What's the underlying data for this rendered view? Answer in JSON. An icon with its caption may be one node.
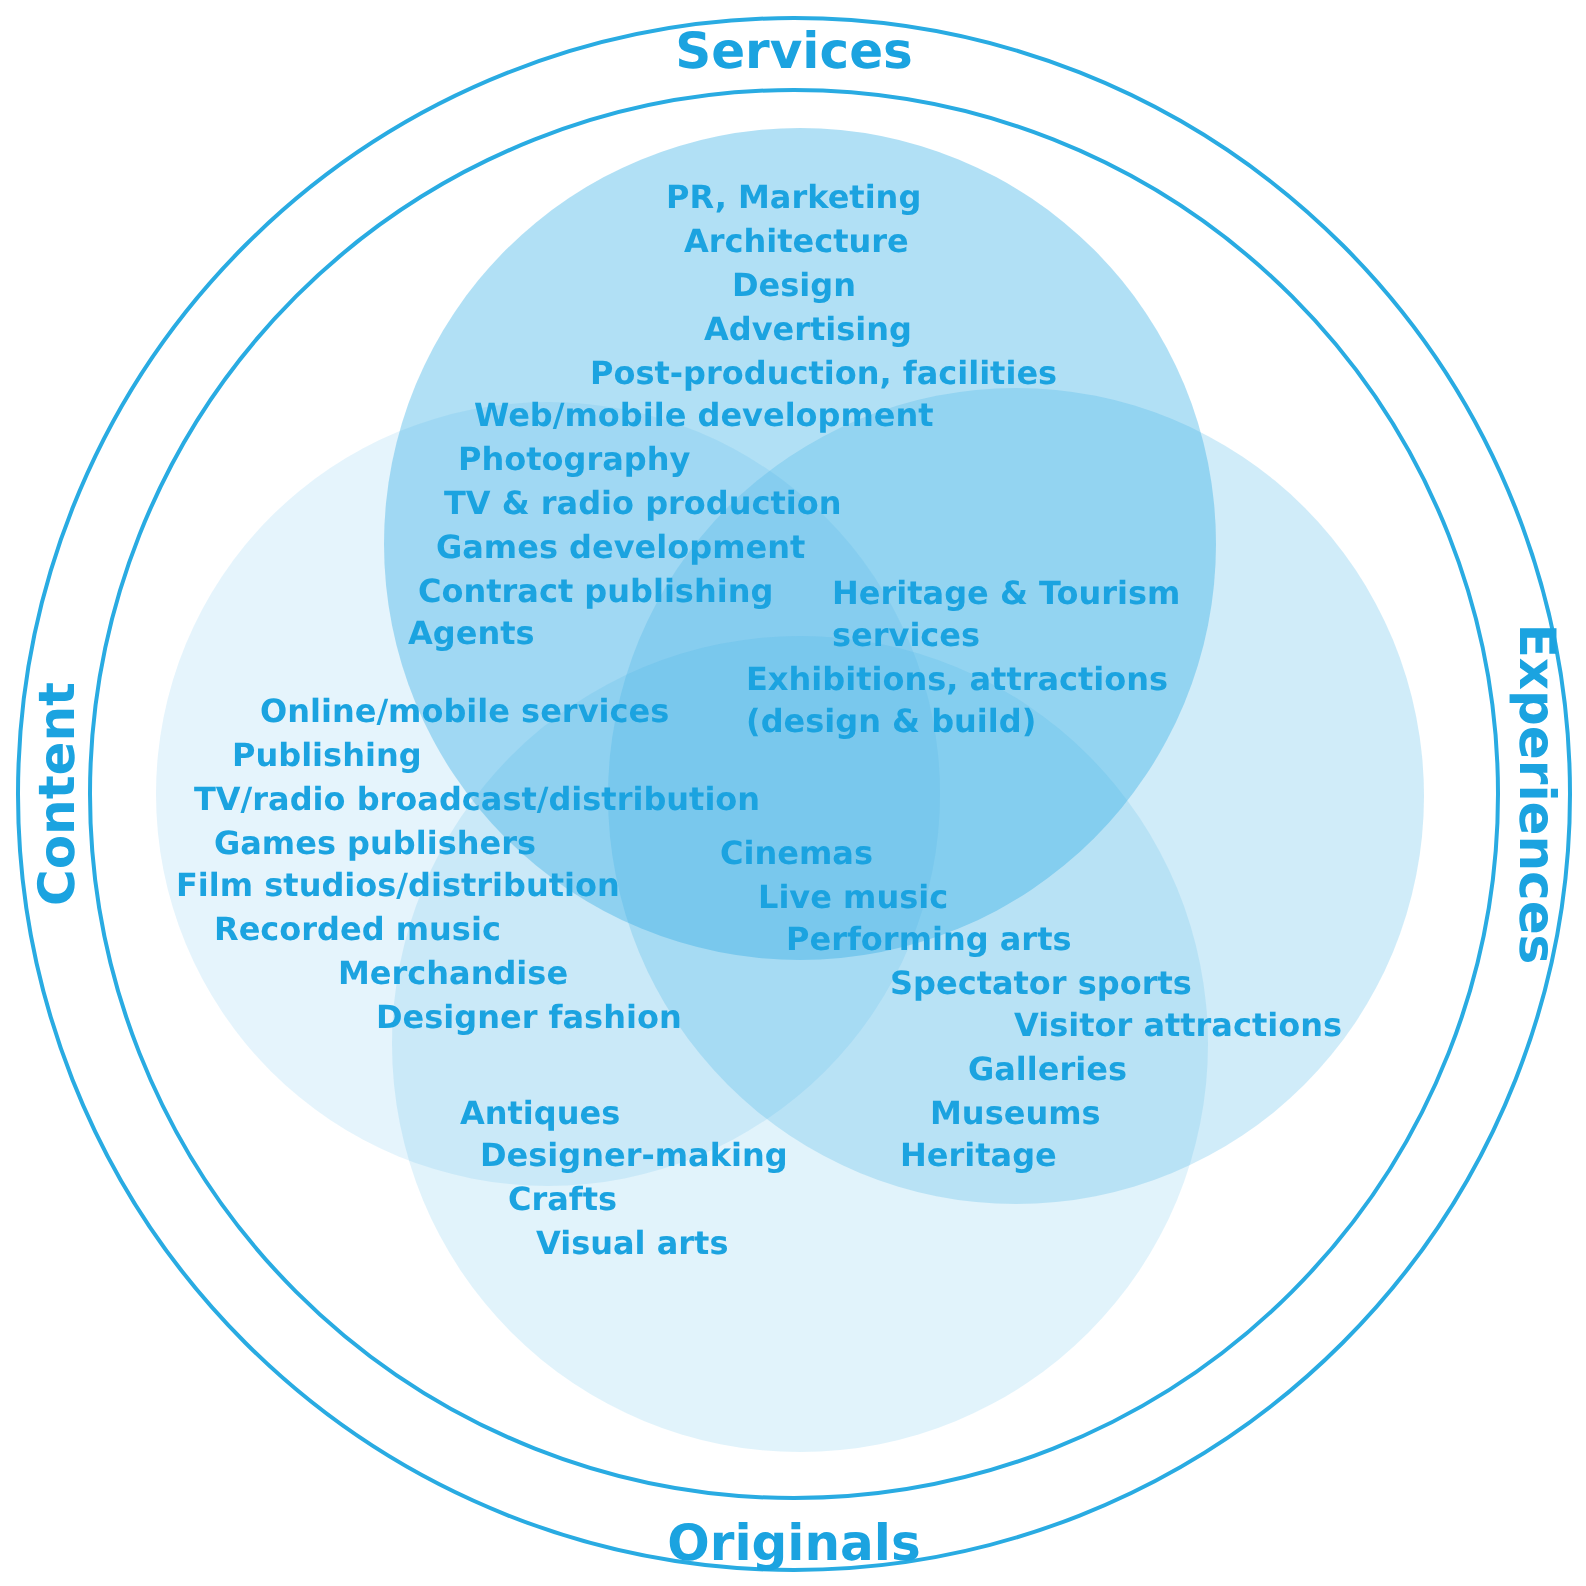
{
  "diagram": {
    "nodes": [
      {
        "text": [],
        "shape": "circle"
      },
      {
        "text": [],
        "shape": "circle"
      },
      {
        "text": [],
        "shape": "circle"
      },
      {
        "text": [],
        "shape": "circle"
      }
    ],
    "labels": [
      "Services",
      "PR, Marketing",
      "Architecture",
      "Design",
      "Advertising",
      "Post-production, facilities",
      "Web/mobile development",
      "Photography",
      "TV & radio production",
      "Games development",
      "Contract publishing",
      "Heritage & Tourism services",
      "Agents",
      "Exhibitions, attractions (design & build)",
      "Online/mobile services",
      "Publishing",
      "Content",
      "TV/radio broadcast/distribution",
      "Experiences",
      "Games publishers",
      "Cinemas",
      "Film studios/distribution",
      "Live music",
      "Recorded music",
      "Performing arts",
      "Merchandise",
      "Spectator sports",
      "Designer fashion",
      "Visitor attractions",
      "Galleries",
      "Antiques",
      "Museums",
      "Designer-making",
      "Heritage",
      "Crafts",
      "Visual arts",
      "Originals"
    ]
  }
}
